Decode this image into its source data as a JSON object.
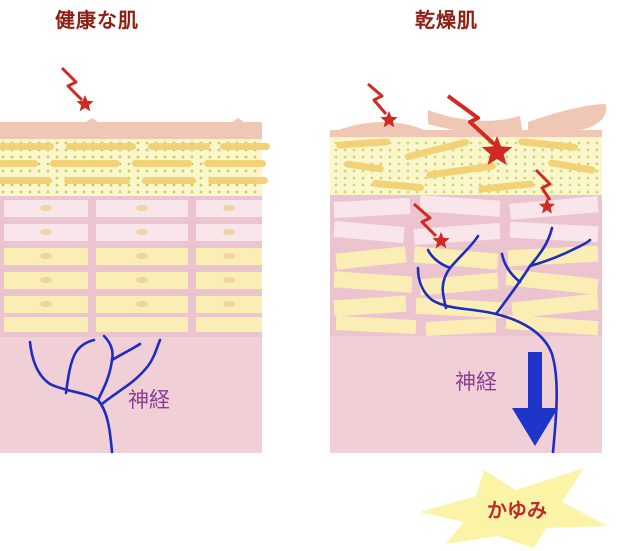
{
  "titles": {
    "healthy": "健康な肌",
    "dry": "乾燥肌"
  },
  "labels": {
    "nerve_left": "神経",
    "nerve_right": "神経",
    "itch": "かゆみ"
  },
  "colors": {
    "title": "#8f1f14",
    "nerve": "#1d2dbf",
    "nerve_label": "#8a3e96",
    "stimulus": "#d02a22",
    "dermis": "#f1cfd7",
    "itch_burst": "#fbf4a6",
    "itch_text": "#c2282a"
  },
  "icons": [
    "lightning-stimulus-icon",
    "down-arrow-icon",
    "itch-burst-icon"
  ]
}
